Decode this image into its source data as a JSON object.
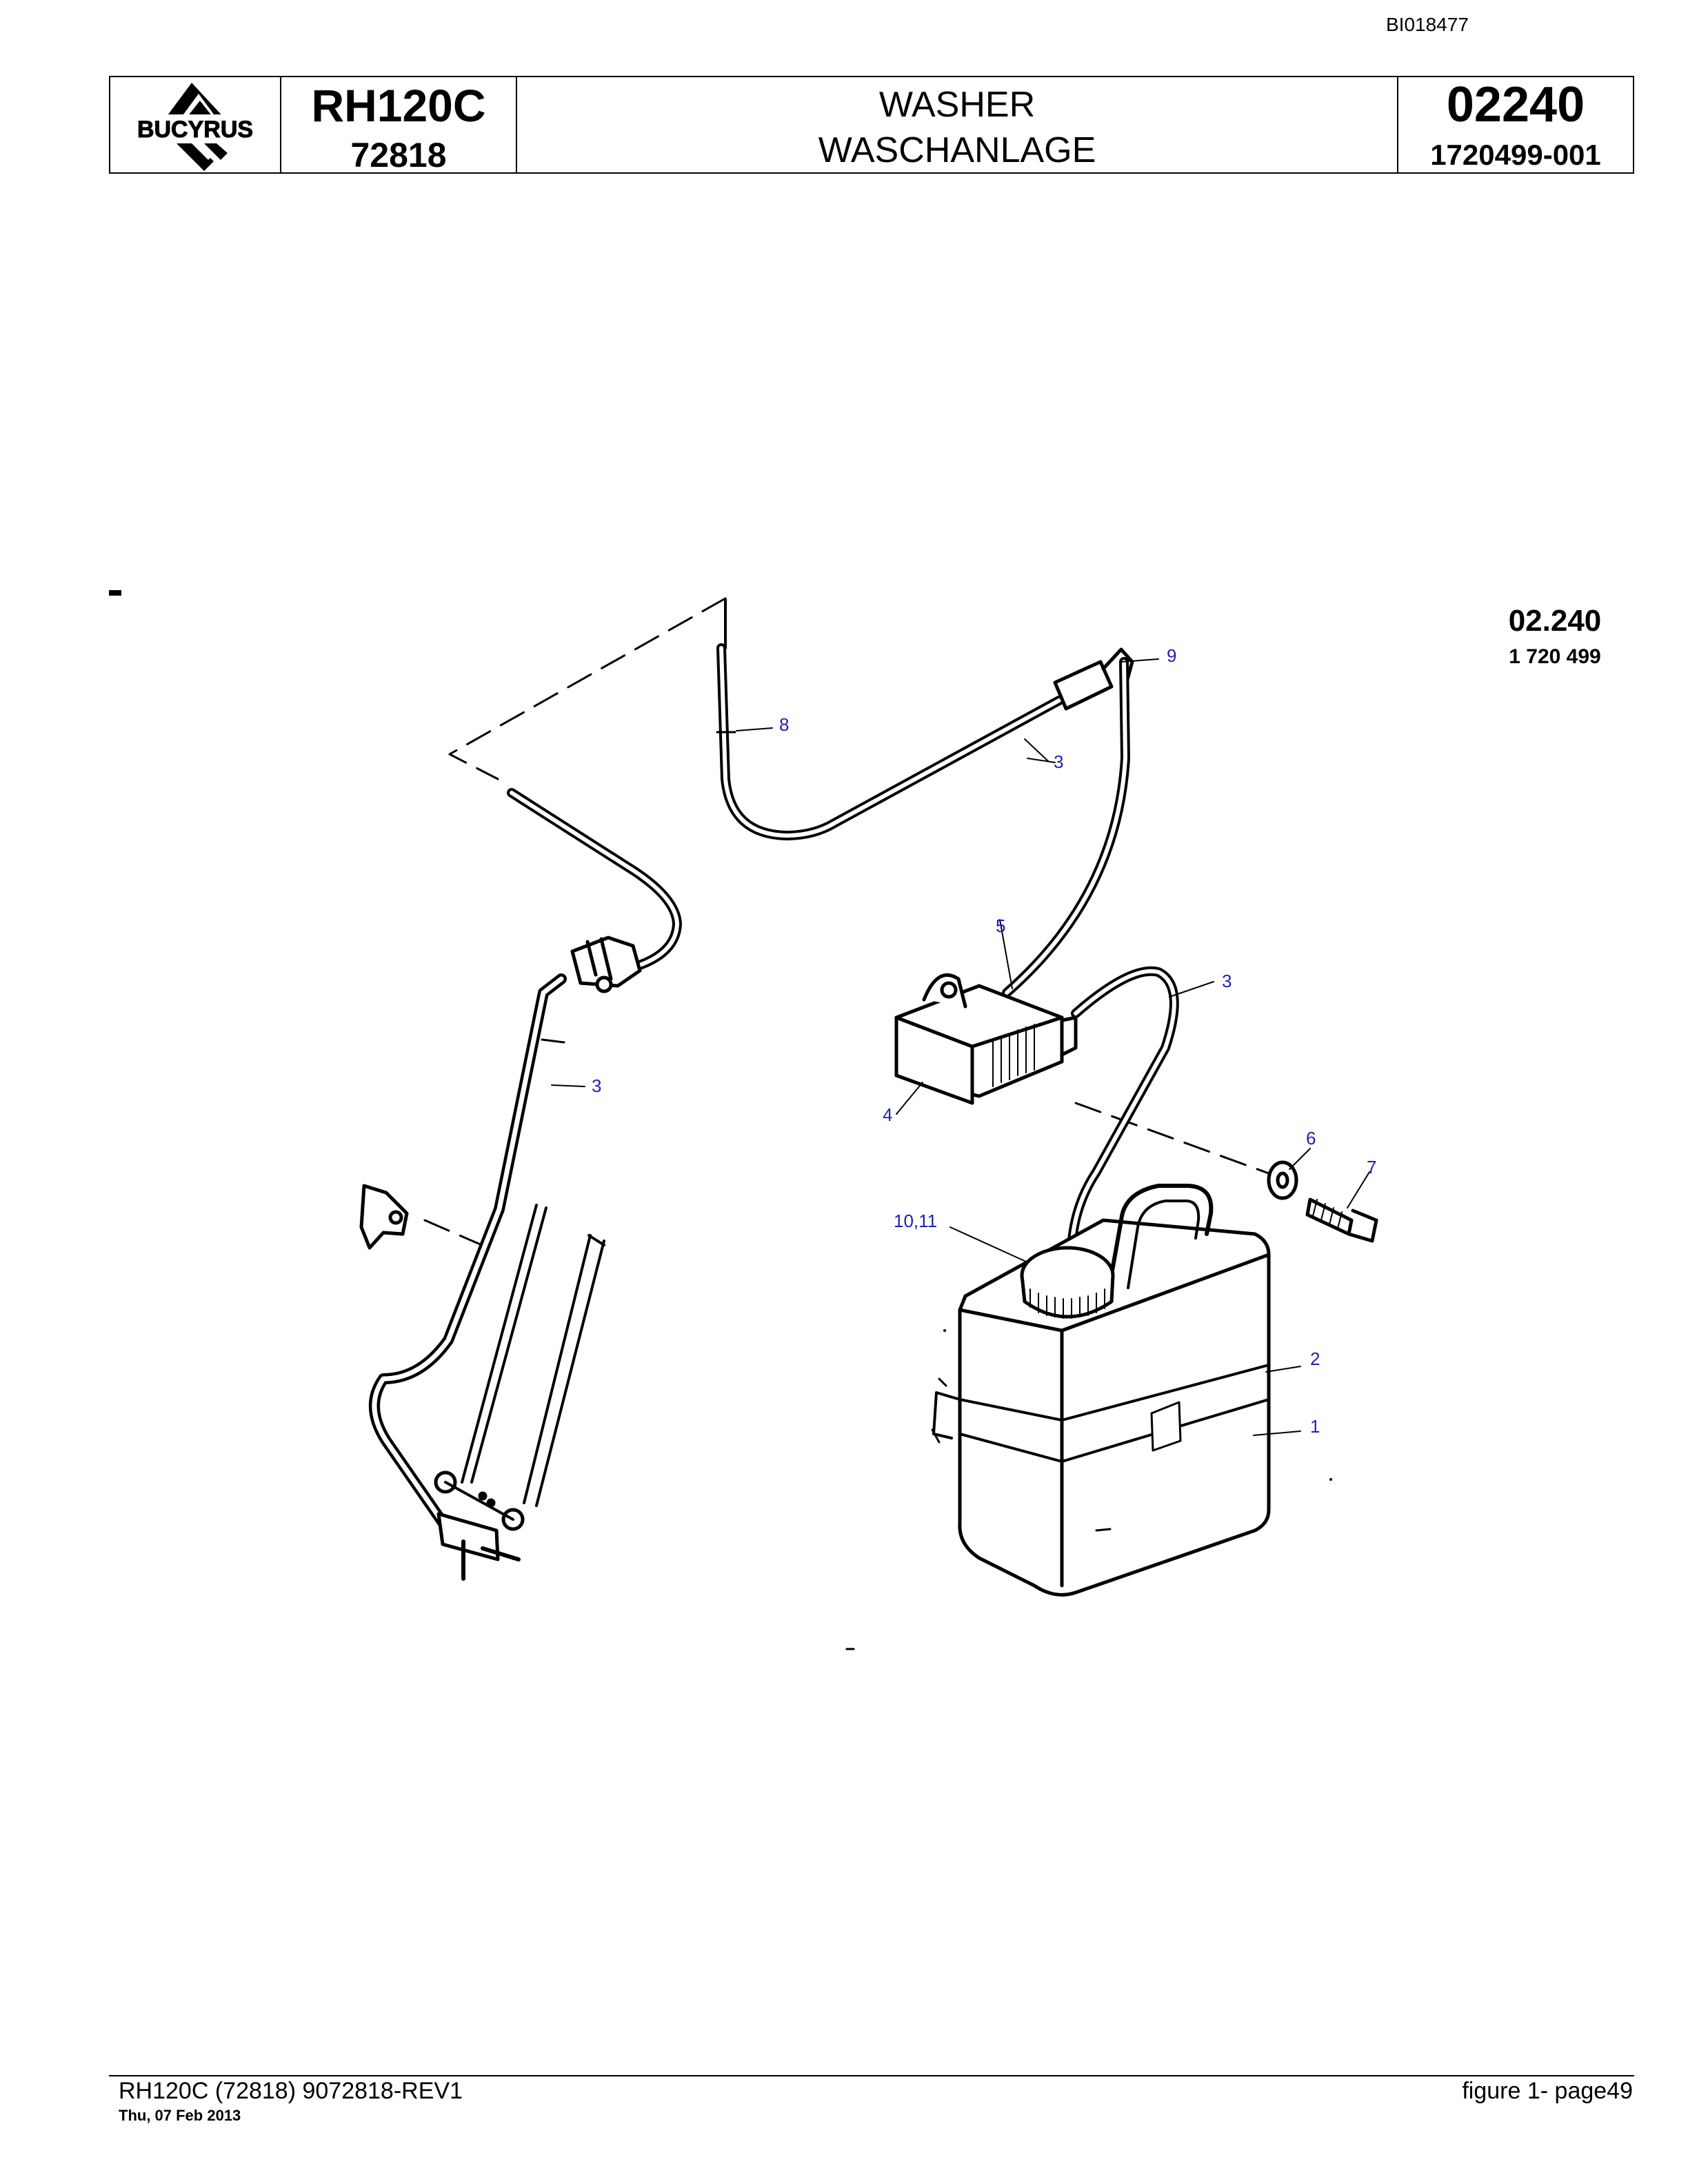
{
  "document_id": "BI018477",
  "header": {
    "logo_text": "BUCYRUS",
    "model": "RH120C",
    "serial": "72818",
    "title_en": "WASHER",
    "title_de": "WASCHANLAGE",
    "section_number": "02240",
    "part_number": "1720499-001"
  },
  "drawing": {
    "stamp_number": "02.240",
    "stamp_part": "1 720 499",
    "callouts": [
      "1",
      "2",
      "3",
      "3",
      "3",
      "3",
      "4",
      "5",
      "6",
      "7",
      "8",
      "9",
      "10,11"
    ]
  },
  "footer": {
    "left": "RH120C (72818) 9072818-REV1",
    "date": "Thu, 07 Feb 2013",
    "right": "figure  1- page49"
  }
}
